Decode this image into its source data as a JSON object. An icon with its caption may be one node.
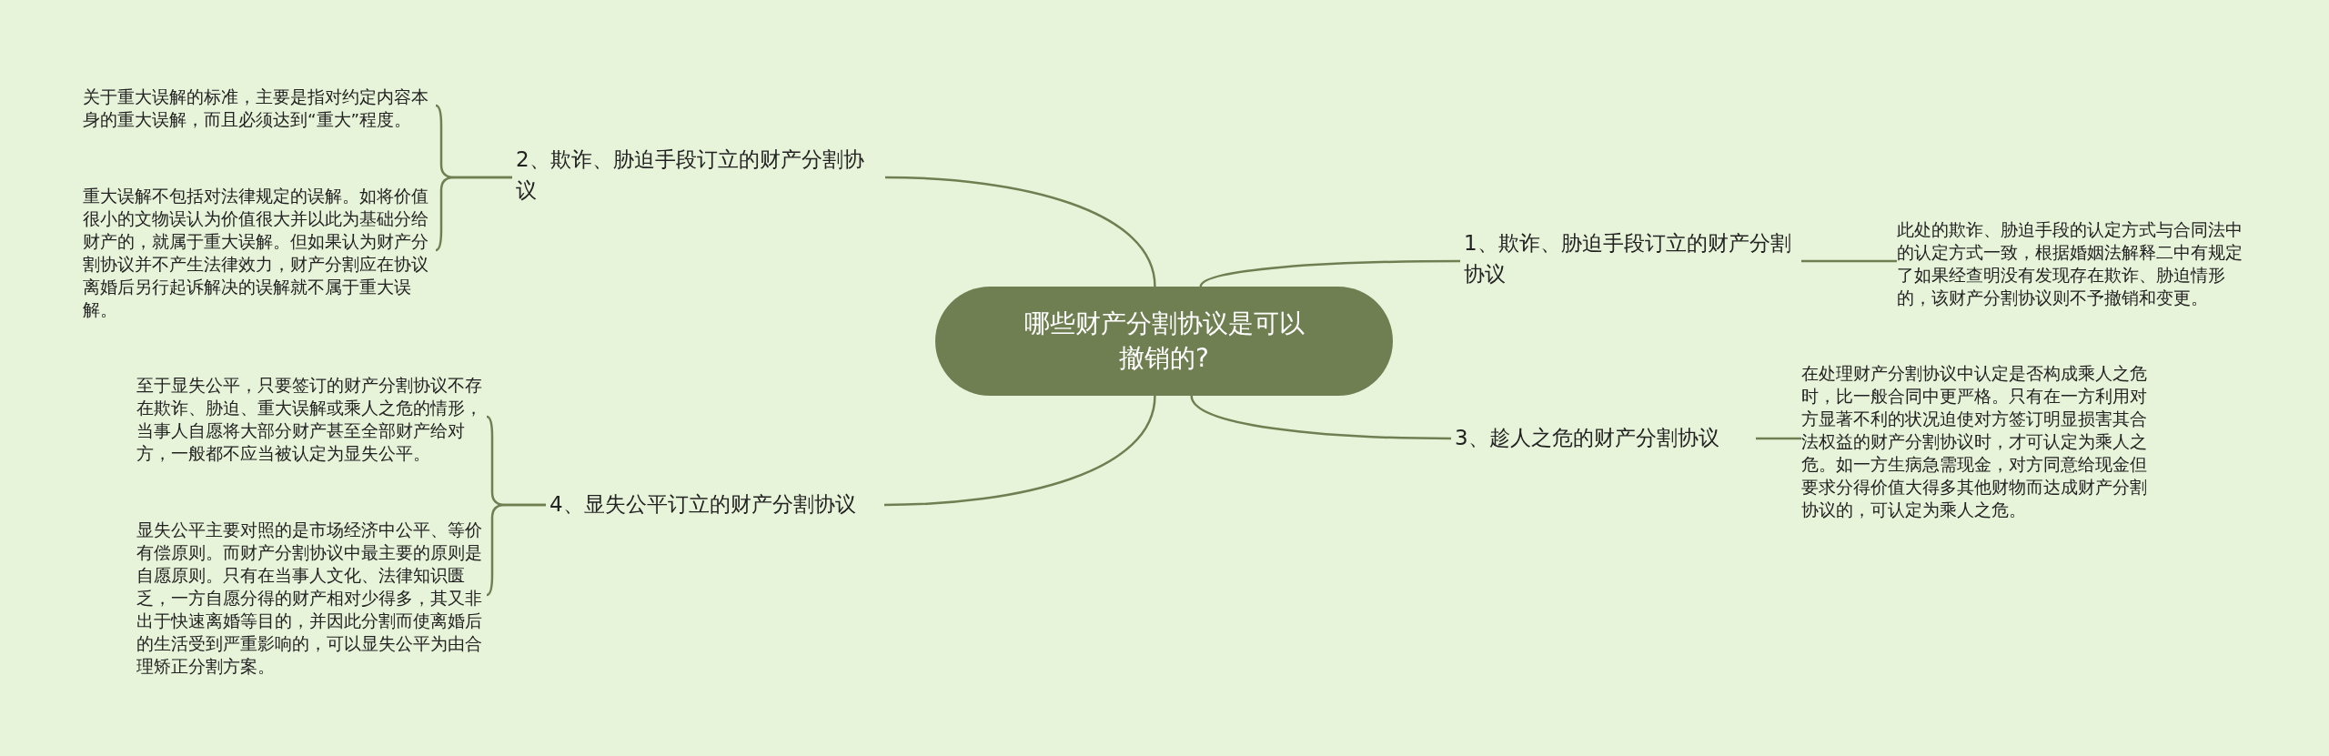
{
  "diagram": {
    "nodes": [
      {
        "text": [
          "哪些财产分割协议是可以撤销的?"
        ]
      },
      {
        "text": [
          "1、欺诈、胁迫手段订立的财产分割协议"
        ]
      },
      {
        "text": [
          "此处的欺诈、胁迫手段的认定方式与合同法中的认定方式一致，根据婚姻法解释二中有规定了如果经查明没有发现存在欺诈、胁迫情形的，该财产分割协议则不予撤销和变更。"
        ]
      },
      {
        "text": [
          "2、欺诈、胁迫手段订立的财产分割协议"
        ]
      },
      {
        "text": [
          "关于重大误解的标准，主要是指对约定内容本身的重大误解，而且必须达到“重大”程度。"
        ]
      },
      {
        "text": [
          "重大误解不包括对法律规定的误解。如将价值很小的文物误认为价值很大并以此为基础分给财产的，就属于重大误解。但如果认为财产分割协议并不产生法律效力，财产分割应在协议离婚后另行起诉解决的误解就不属于重大误解。"
        ]
      },
      {
        "text": [
          "3、趁人之危的财产分割协议"
        ]
      },
      {
        "text": [
          "在处理财产分割协议中认定是否构成乘人之危时，比一般合同中更严格。只有在一方利用对方显著不利的状况迫使对方签订明显损害其合法权益的财产分割协议时，才可认定为乘人之危。如一方生病急需现金，对方同意给现金但要求分得价值大得多其他财物而达成财产分割协议的，可认定为乘人之危。"
        ]
      },
      {
        "text": [
          "4、显失公平订立的财产分割协议"
        ]
      },
      {
        "text": [
          "至于显失公平，只要签订的财产分割协议不存在欺诈、胁迫、重大误解或乘人之危的情形，当事人自愿将大部分财产甚至全部财产给对方，一般都不应当被认定为显失公平。"
        ]
      },
      {
        "text": [
          "显失公平主要对照的是市场经济中公平、等价有偿原则。而财产分割协议中最主要的原则是自愿原则。只有在当事人文化、法律知识匮乏，一方自愿分得的财产相对少得多，其又非出于快速离婚等目的，并因此分割而使离婚后的生活受到严重影响的，可以显失公平为由合理矫正分割方案。"
        ]
      }
    ],
    "edges": [
      {
        "from": 0,
        "to": 1,
        "arrow": "none"
      },
      {
        "from": 1,
        "to": 2,
        "arrow": "none"
      },
      {
        "from": 0,
        "to": 3,
        "arrow": "none"
      },
      {
        "from": 3,
        "to": 4,
        "arrow": "none"
      },
      {
        "from": 3,
        "to": 5,
        "arrow": "none"
      },
      {
        "from": 0,
        "to": 6,
        "arrow": "none"
      },
      {
        "from": 6,
        "to": 7,
        "arrow": "none"
      },
      {
        "from": 0,
        "to": 8,
        "arrow": "none"
      },
      {
        "from": 8,
        "to": 9,
        "arrow": "none"
      },
      {
        "from": 8,
        "to": 10,
        "arrow": "none"
      }
    ]
  }
}
